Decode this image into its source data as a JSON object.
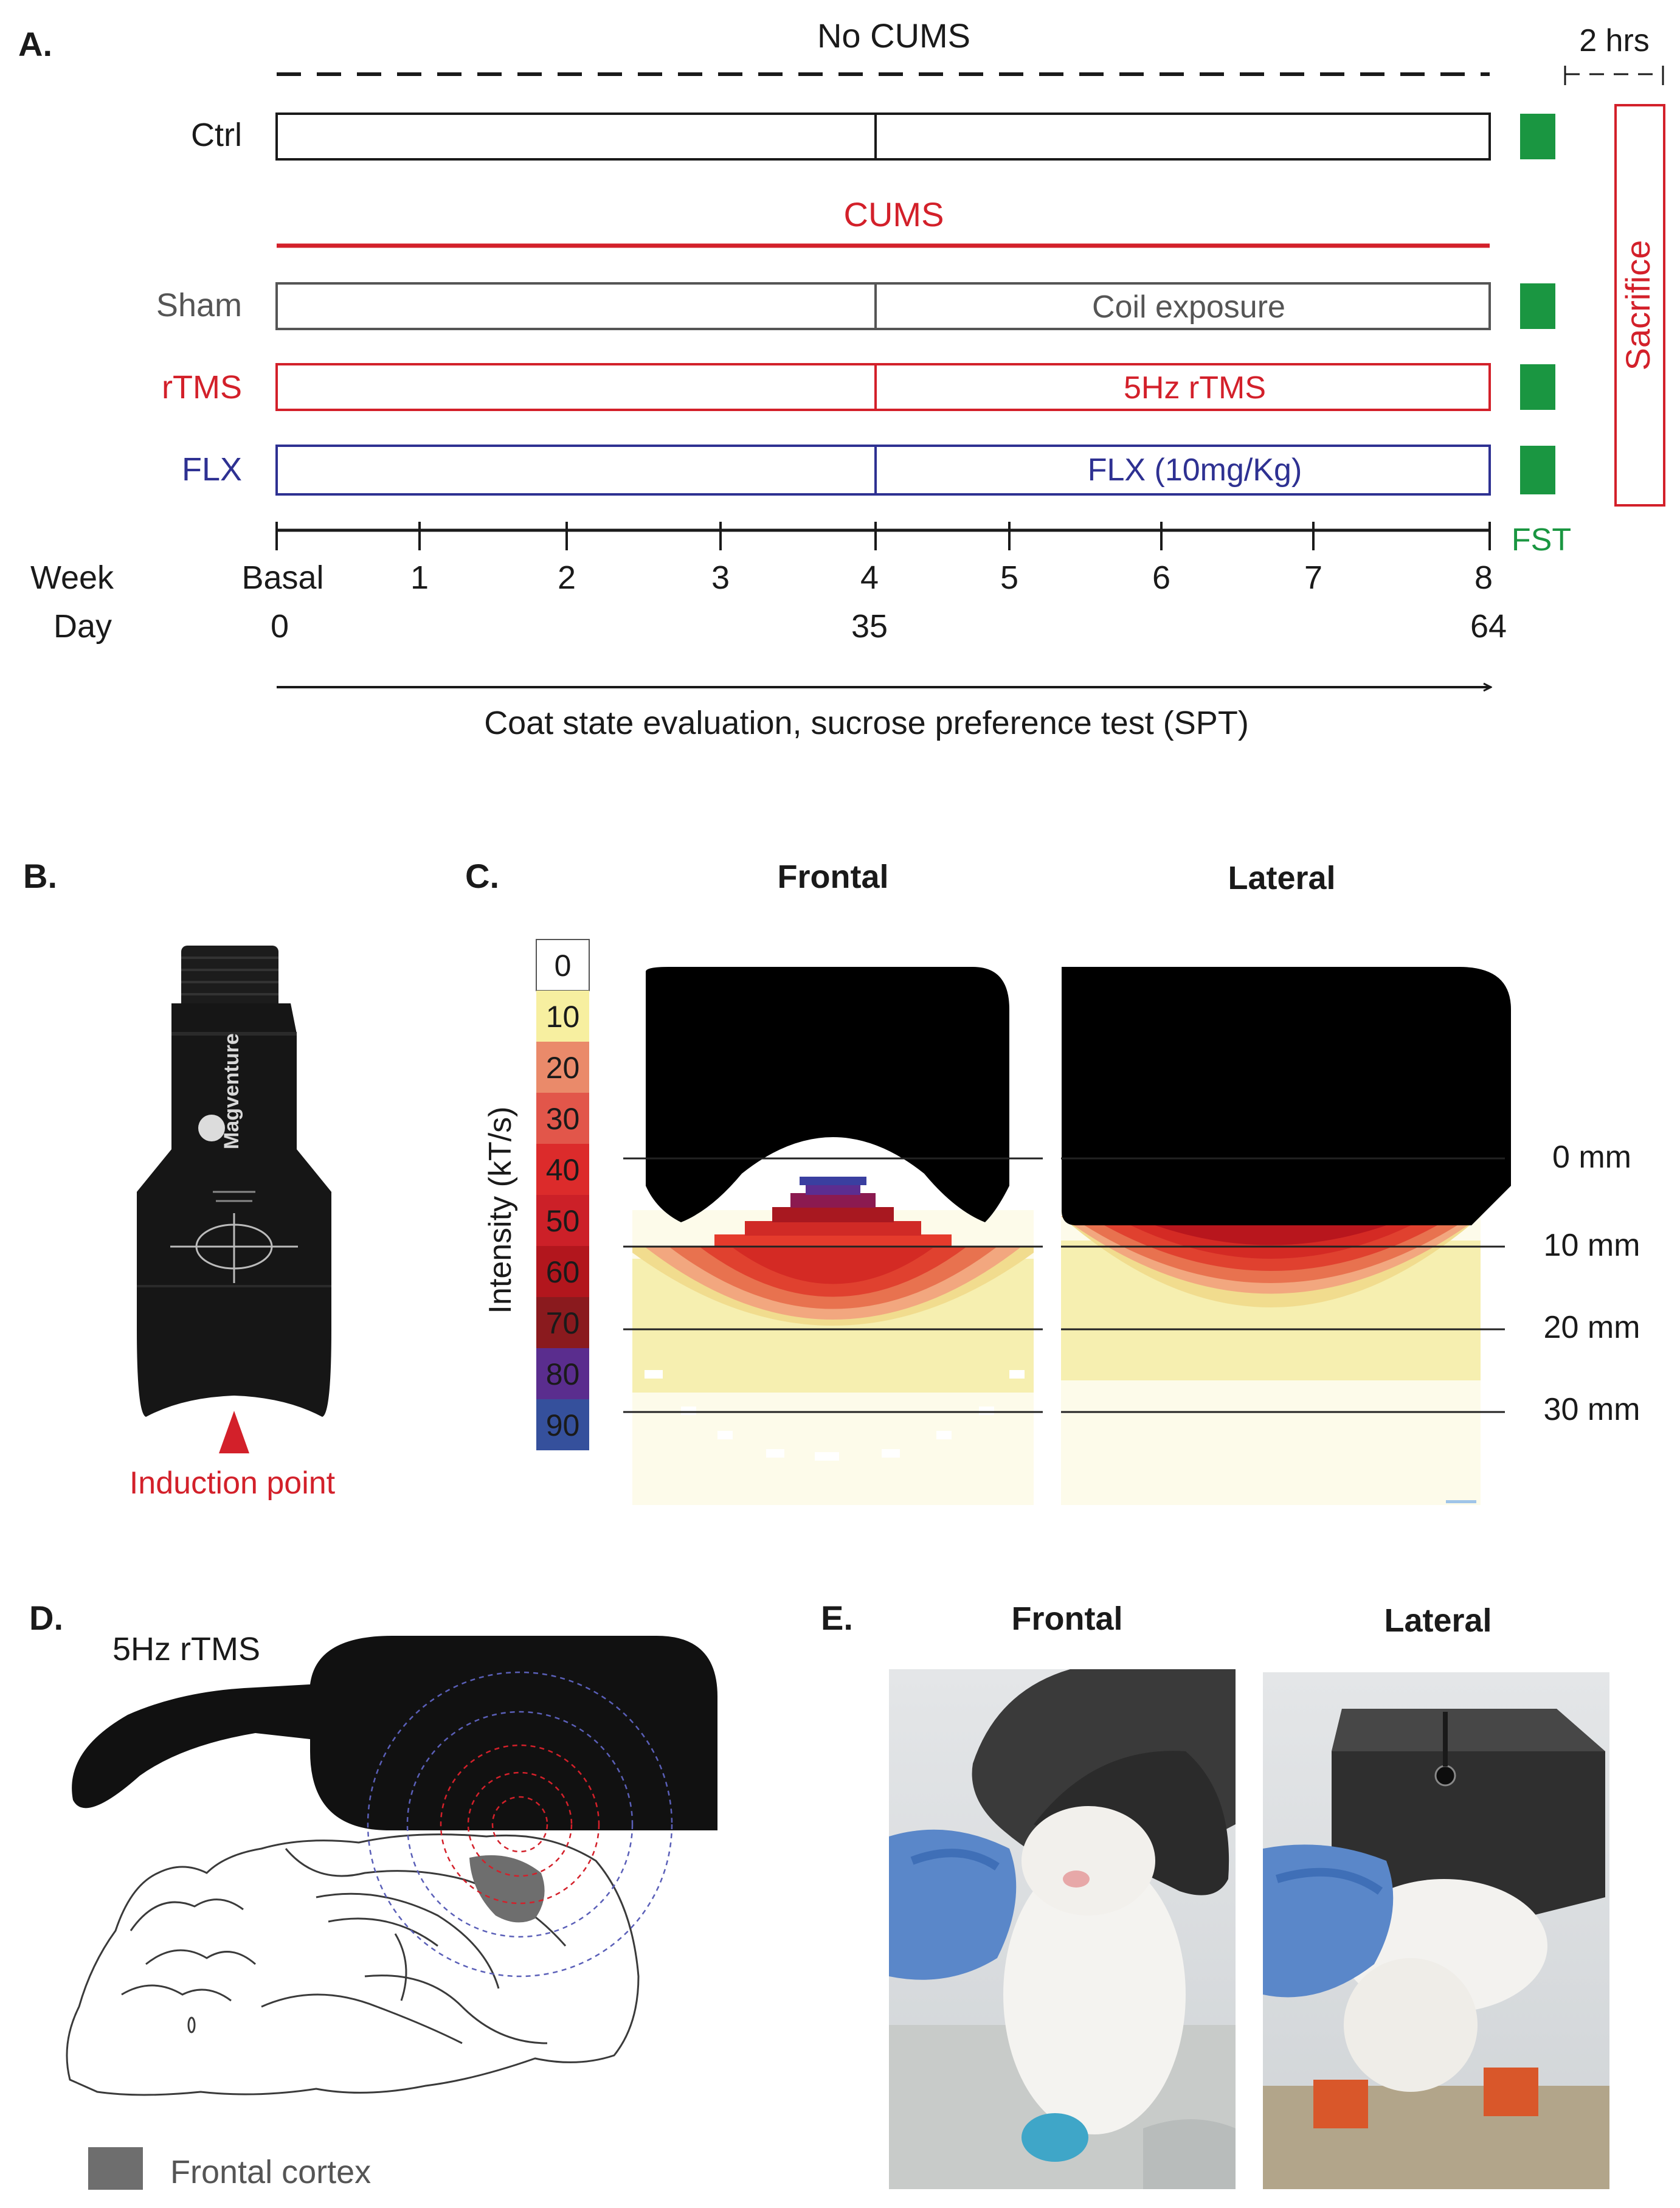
{
  "panel_a": {
    "letter": "A.",
    "no_cums": "No CUMS",
    "hrs": "2 hrs",
    "cums": "CUMS",
    "sacrifice": "Sacrifice",
    "fst": "FST",
    "groups": [
      {
        "label": "Ctrl",
        "second_half": "",
        "color": "#1a1a1a"
      },
      {
        "label": "Sham",
        "second_half": "Coil exposure",
        "color": "#555555"
      },
      {
        "label": "rTMS",
        "second_half": "5Hz rTMS",
        "color": "#d3202a"
      },
      {
        "label": "FLX",
        "second_half": "FLX (10mg/Kg)",
        "color": "#2e3192"
      }
    ],
    "week_label": "Week",
    "day_label": "Day",
    "weeks": [
      "Basal",
      "1",
      "2",
      "3",
      "4",
      "5",
      "6",
      "7",
      "8"
    ],
    "days": [
      "0",
      "35",
      "64"
    ],
    "arrow_caption": "Coat state evaluation, sucrose preference test (SPT)",
    "colors": {
      "red": "#d3202a",
      "blue": "#2e3192",
      "green": "#1a9641"
    }
  },
  "panel_b": {
    "letter": "B.",
    "brand": "Magventure",
    "induction": "Induction point"
  },
  "panel_c": {
    "letter": "C.",
    "frontal": "Frontal",
    "lateral": "Lateral",
    "intensity_label": "Intensity (kT/s)",
    "scale": [
      "0",
      "10",
      "20",
      "30",
      "40",
      "50",
      "60",
      "70",
      "80",
      "90"
    ],
    "scale_colors": [
      "#ffffff",
      "#f7efa0",
      "#ea8a6a",
      "#e2564a",
      "#dc2b2b",
      "#cc2028",
      "#b2161d",
      "#8a1a1e",
      "#5a2d8e",
      "#35509c"
    ],
    "depths": [
      "0 mm",
      "10 mm",
      "20 mm",
      "30 mm"
    ]
  },
  "panel_d": {
    "letter": "D.",
    "title": "5Hz rTMS",
    "legend": "Frontal cortex"
  },
  "panel_e": {
    "letter": "E.",
    "frontal": "Frontal",
    "lateral": "Lateral"
  }
}
